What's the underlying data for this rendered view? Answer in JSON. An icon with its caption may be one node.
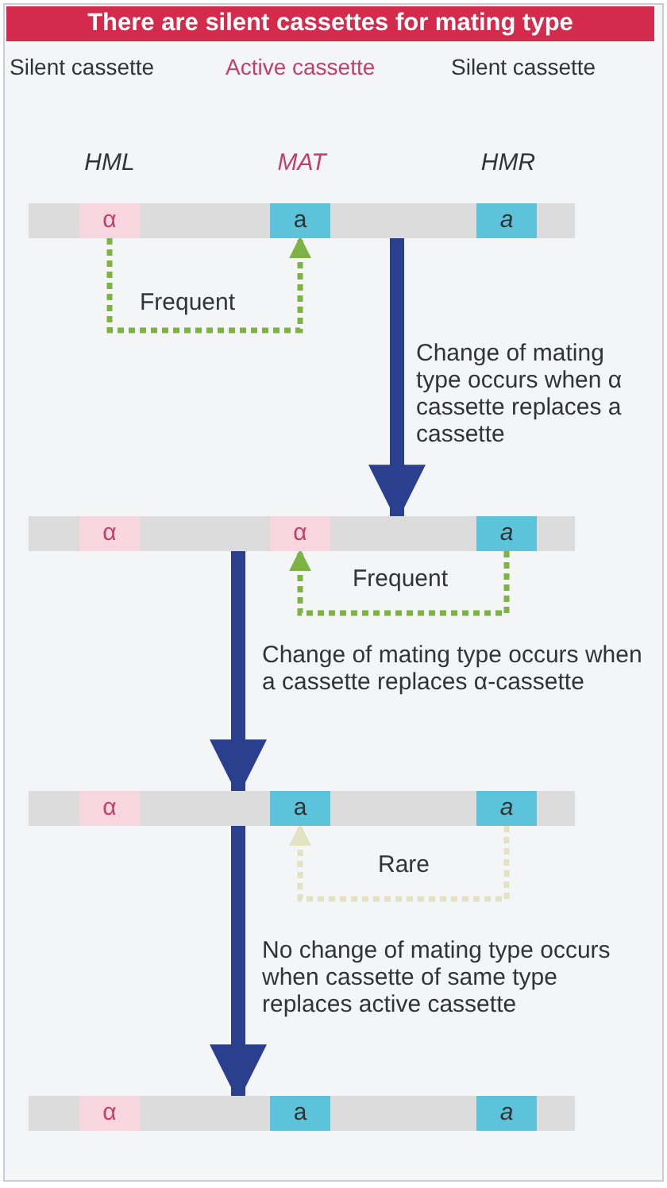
{
  "diagram": {
    "title": "There are silent cassettes for mating type",
    "nodes": [
      {
        "text": [],
        "shape": "bar"
      },
      {
        "text": [
          "α"
        ],
        "in": 0
      },
      {
        "text": [
          "a"
        ],
        "in": 0
      },
      {
        "text": [
          "a"
        ],
        "in": 0
      },
      {
        "text": [],
        "shape": "bar"
      },
      {
        "text": [
          "α"
        ],
        "in": 4
      },
      {
        "text": [
          "α"
        ],
        "in": 4
      },
      {
        "text": [
          "a"
        ],
        "in": 4
      },
      {
        "text": [],
        "shape": "bar"
      },
      {
        "text": [
          "α"
        ],
        "in": 8
      },
      {
        "text": [
          "a"
        ],
        "in": 8
      },
      {
        "text": [
          "a"
        ],
        "in": 8
      },
      {
        "text": [],
        "shape": "bar"
      },
      {
        "text": [
          "α"
        ],
        "in": 12
      },
      {
        "text": [
          "a"
        ],
        "in": 12
      },
      {
        "text": [
          "a"
        ],
        "in": 12
      }
    ],
    "edges": [
      {
        "from": 1,
        "to": 2,
        "arrow": "to",
        "label": "Frequent",
        "style": "dashed",
        "color": "#7cb342"
      },
      {
        "from": 0,
        "to": 4,
        "arrow": "to",
        "label": "Change of mating type occurs when α cassette replaces a cassette",
        "style": "thick",
        "color": "#2b3f8f"
      },
      {
        "from": 7,
        "to": 6,
        "arrow": "to",
        "label": "Frequent",
        "style": "dashed",
        "color": "#7cb342"
      },
      {
        "from": 4,
        "to": 8,
        "arrow": "to",
        "label": "Change of mating type occurs when a cassette replaces α-cassette",
        "style": "thick",
        "color": "#2b3f8f"
      },
      {
        "from": 11,
        "to": 10,
        "arrow": "to",
        "label": "Rare",
        "style": "dashed",
        "color": "#e3e3c4"
      },
      {
        "from": 8,
        "to": 12,
        "arrow": "to",
        "label": "No change of mating type occurs when cassette of same type replaces active cassette",
        "style": "thick",
        "color": "#2b3f8f"
      }
    ],
    "labels": [
      "Silent cassette",
      "Active cassette",
      "Silent cassette",
      "HML",
      "MAT",
      "HMR"
    ]
  }
}
